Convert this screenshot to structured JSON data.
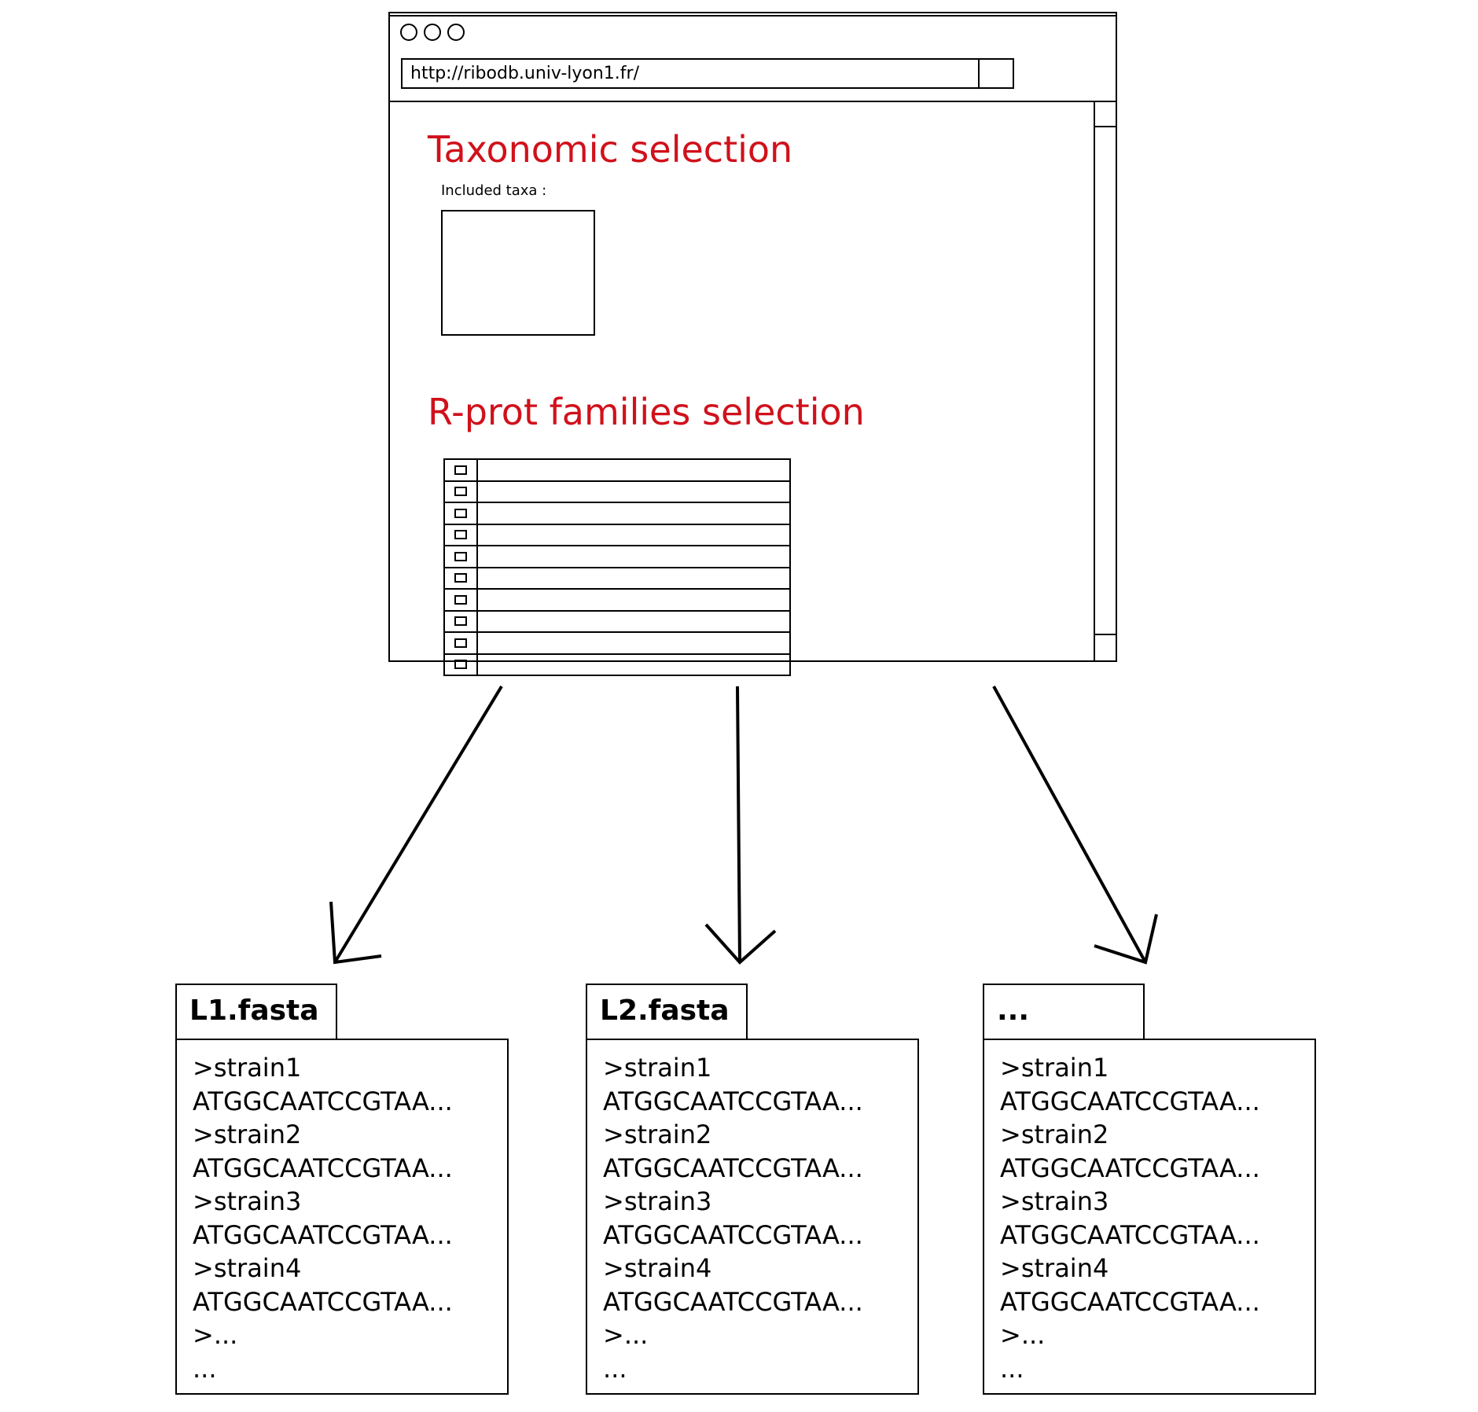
{
  "browser": {
    "url": "http://ribodb.univ-lyon1.fr/",
    "taxonomic_title": "Taxonomic selection",
    "taxa_label": "Included taxa :",
    "rprot_title": "R-prot families selection",
    "family_rows": 10,
    "accent_color": "#d0111b"
  },
  "files": [
    {
      "name": "L1.fasta",
      "lines": [
        ">strain1",
        "ATGGCAATCCGTAA...",
        ">strain2",
        "ATGGCAATCCGTAA...",
        ">strain3",
        "ATGGCAATCCGTAA...",
        ">strain4",
        "ATGGCAATCCGTAA...",
        ">...",
        "..."
      ]
    },
    {
      "name": "L2.fasta",
      "lines": [
        ">strain1",
        "ATGGCAATCCGTAA...",
        ">strain2",
        "ATGGCAATCCGTAA...",
        ">strain3",
        "ATGGCAATCCGTAA...",
        ">strain4",
        "ATGGCAATCCGTAA...",
        ">...",
        "..."
      ]
    },
    {
      "name": "...",
      "lines": [
        ">strain1",
        "ATGGCAATCCGTAA...",
        ">strain2",
        "ATGGCAATCCGTAA...",
        ">strain3",
        "ATGGCAATCCGTAA...",
        ">strain4",
        "ATGGCAATCCGTAA...",
        ">...",
        "..."
      ]
    }
  ]
}
